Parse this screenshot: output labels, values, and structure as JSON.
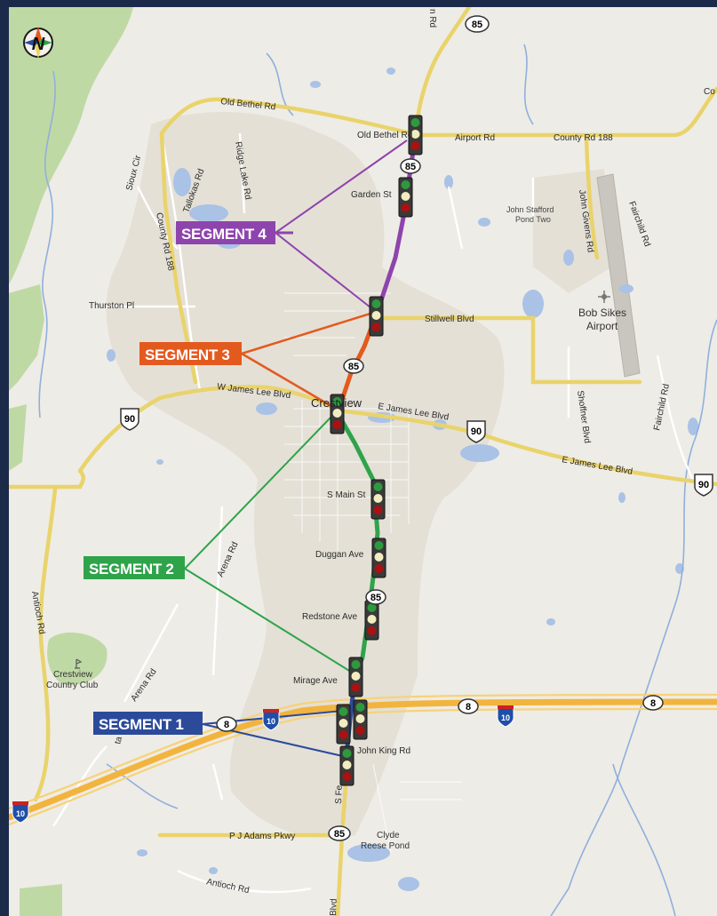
{
  "north_label": "N",
  "colors": {
    "segment1": "#2b4a9a",
    "segment2": "#2fa34a",
    "segment3": "#e35a1f",
    "segment4": "#8e44ad",
    "frame": "#1c2a4a"
  },
  "segments": [
    {
      "id": "1",
      "label": "SEGMENT 1"
    },
    {
      "id": "2",
      "label": "SEGMENT 2"
    },
    {
      "id": "3",
      "label": "SEGMENT 3"
    },
    {
      "id": "4",
      "label": "SEGMENT 4"
    }
  ],
  "streets": {
    "old_bethel_rd_top": "Old Bethel Rd",
    "old_bethel_rd": "Old Bethel Rd",
    "airport_rd": "Airport Rd",
    "county_rd_188_e": "County Rd 188",
    "county_rd_188": "County Rd 188",
    "garden_st": "Garden St",
    "stillwell_blvd": "Stillwell Blvd",
    "w_james_lee": "W James Lee Blvd",
    "e_james_lee": "E James Lee Blvd",
    "e_james_lee_2": "E James Lee Blvd",
    "s_main_st": "S Main St",
    "duggan_ave": "Duggan Ave",
    "redstone_ave": "Redstone Ave",
    "mirage_ave": "Mirage Ave",
    "john_king_rd": "John King Rd",
    "pj_adams": "P J Adams Pkwy",
    "antioch_rd": "Antioch Rd",
    "antioch_rd_2": "Antioch Rd",
    "arena_rd": "Arena Rd",
    "arena_rd_2": "Arena Rd",
    "thurston_pl": "Thurston Pl",
    "sioux_cir": "Sioux Cir",
    "tallokas_rd": "Tallokas Rd",
    "ridge_lake_rd": "Ridge Lake Rd",
    "john_givens_rd": "John Givens Rd",
    "fairchild_rd": "Fairchild Rd",
    "fairchild_rd_2": "Fairchild Rd",
    "shoffner_blvd": "Shoffner Blvd",
    "ferdon_blvd": "S Fe",
    "blvd": "Blvd",
    "top_rd": "n Rd",
    "ta_ln": "ta Ln",
    "co_edge": "Co"
  },
  "places": {
    "crestview": "Crestview",
    "bob_sikes": "Bob Sikes",
    "airport": "Airport",
    "john_stafford": "John Stafford",
    "pond_two": "Pond Two",
    "crestview_cc": "Crestview",
    "country_club": "Country Club",
    "clyde": "Clyde",
    "reese_pond": "Reese Pond"
  },
  "shields": {
    "sr85_top": "85",
    "sr85_a": "85",
    "sr85_b": "85",
    "sr85_c": "85",
    "sr85_d": "85",
    "us90_w": "90",
    "us90_mid": "90",
    "us90_e": "90",
    "sr8_a": "8",
    "sr8_b": "8",
    "sr8_c": "8",
    "i10_a": "10",
    "i10_b": "10",
    "i10_c": "10"
  }
}
